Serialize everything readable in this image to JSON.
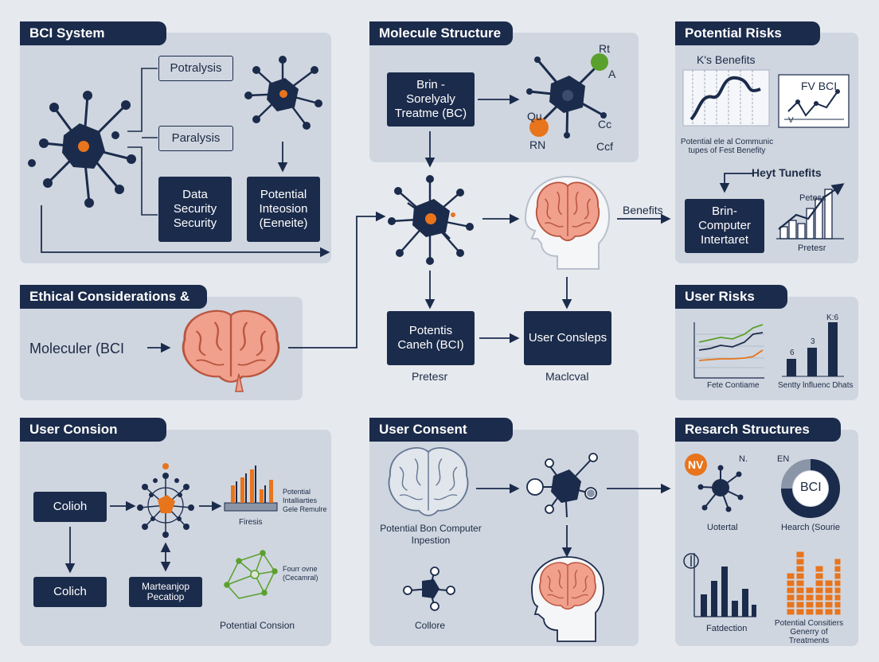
{
  "colors": {
    "navy": "#1b2b4b",
    "panel": "#cfd6e0",
    "background": "#e6e9ee",
    "orange": "#e8741c",
    "brain_pink": "#f0a08c",
    "green": "#5aa02c"
  },
  "panels": {
    "bci_system": {
      "title": "BCI System",
      "labels": [
        "Potralysis",
        "Paralysis",
        "Data Security Security",
        "Potential Inteosion (Eeneite)"
      ]
    },
    "molecule_structure": {
      "title": "Molecule Structure",
      "box": "Brin - Sorelyaly Treatme (BC)",
      "atoms": [
        "Rt",
        "A",
        "Qu",
        "RN",
        "Cc",
        "Ccf"
      ]
    },
    "potential_risks": {
      "title": "Potential Risks",
      "chart_title": "K's Benefits",
      "chart_caption": "Potential ele al Communic tupes of Fest Benefity",
      "inset_label": "FV BCI",
      "inset_axis": "V",
      "sub_title": "Heyt Tunefits",
      "box": "Brin- Computer Intertaret",
      "bar_label_top": "Petesc",
      "bar_label_bottom": "Pretesr"
    },
    "center": {
      "benefits_label": "Benefits",
      "box_left": "Potentis Caneh (BCI)",
      "box_right": "User Consleps",
      "caption_left": "Pretesr",
      "caption_right": "Maclcval"
    },
    "ethical": {
      "title": "Ethical Considerations &",
      "label": "Moleculer (BCI"
    },
    "user_risks": {
      "title": "User Risks",
      "line_caption": "Fete Contiame",
      "bar_caption": "Sentty lnfluenc Dhats",
      "bar_labels": [
        "6",
        "3",
        "K:6"
      ]
    },
    "user_consion": {
      "title": "User Consion",
      "box_top": "Colioh",
      "box_bottom": "Colich",
      "box_mid": "Marteanjop Pecatiop",
      "bar_caption": "Firesis",
      "bar_note": "Potential Intalliarties Gele Remulre",
      "graph_note": "Fourr ovne (Cecamral)",
      "graph_caption": "Potential Consion"
    },
    "user_consent": {
      "title": "User Consent",
      "brain_caption": "Potential Bon Computer Inpestion",
      "molecule_caption": "Collore"
    },
    "research_structures": {
      "title": "Resarch Structures",
      "badge": "NV",
      "node_label": "N.",
      "molecule_caption": "Uotertal",
      "donut_top": "EN",
      "donut_center": "BCI",
      "donut_caption": "Hearch (Sourie",
      "bar_caption": "Fatdection",
      "bar_caption_right": "Potential Consitiers Generry of Treatments"
    }
  },
  "chart_data": [
    {
      "type": "bar",
      "title": "",
      "categories": [
        "1",
        "2",
        "3",
        "4",
        "5"
      ],
      "values": [
        2.2,
        3.0,
        4.6,
        1.4,
        3.8
      ]
    },
    {
      "type": "bar",
      "title": "",
      "categories": [
        "1",
        "2",
        "3",
        "4"
      ],
      "values": [
        1.5,
        2.4,
        4.6,
        1.2
      ]
    },
    {
      "type": "bar",
      "title": "",
      "categories": [
        "1",
        "2",
        "3",
        "4",
        "5",
        "6"
      ],
      "values": [
        1.2,
        2.0,
        1.5,
        3.2,
        4.5,
        6.0
      ]
    },
    {
      "type": "bar",
      "title": "",
      "categories": [
        "1",
        "2",
        "3",
        "4",
        "5",
        "6"
      ],
      "values": [
        6,
        10,
        14,
        5,
        8,
        4
      ]
    },
    {
      "type": "bar",
      "title": "",
      "categories": [
        "1",
        "2",
        "3",
        "4",
        "5",
        "6",
        "7"
      ],
      "values": [
        9,
        12,
        6,
        11,
        6,
        7,
        8
      ]
    },
    {
      "type": "bar",
      "title": "",
      "categories": [
        "6",
        "3",
        "K:6"
      ],
      "values": [
        1.0,
        1.6,
        3.8
      ]
    },
    {
      "type": "line",
      "title": "",
      "x": [
        0,
        1,
        2,
        3,
        4,
        5,
        6
      ],
      "series": [
        {
          "values": [
            1.2,
            1.4,
            1.7,
            1.6,
            2.0,
            2.1,
            2.9
          ]
        },
        {
          "values": [
            0.9,
            1.0,
            1.2,
            1.1,
            1.5,
            1.6,
            2.4
          ]
        },
        {
          "values": [
            0.4,
            0.45,
            0.5,
            0.5,
            0.6,
            0.6,
            1.2
          ]
        }
      ]
    }
  ]
}
